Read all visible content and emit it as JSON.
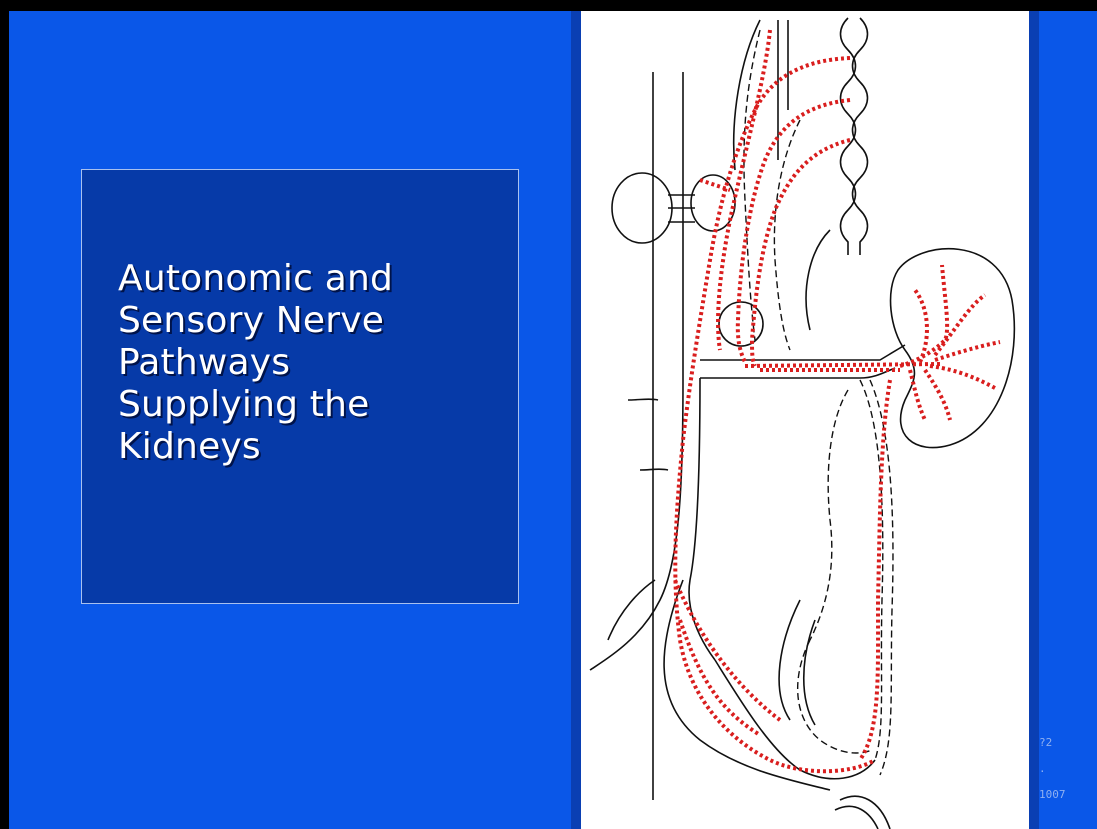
{
  "slide": {
    "title_lines": [
      "Autonomic and",
      "Sensory Nerve",
      "Pathways",
      "Supplying the",
      "Kidneys"
    ],
    "corner_marks": [
      "?2",
      ".",
      "1007"
    ]
  },
  "colors": {
    "background": "#0a57e8",
    "title_box": "#063aa8",
    "nerve_pathway": "#d91e1e",
    "diagram_bg": "#ffffff"
  }
}
